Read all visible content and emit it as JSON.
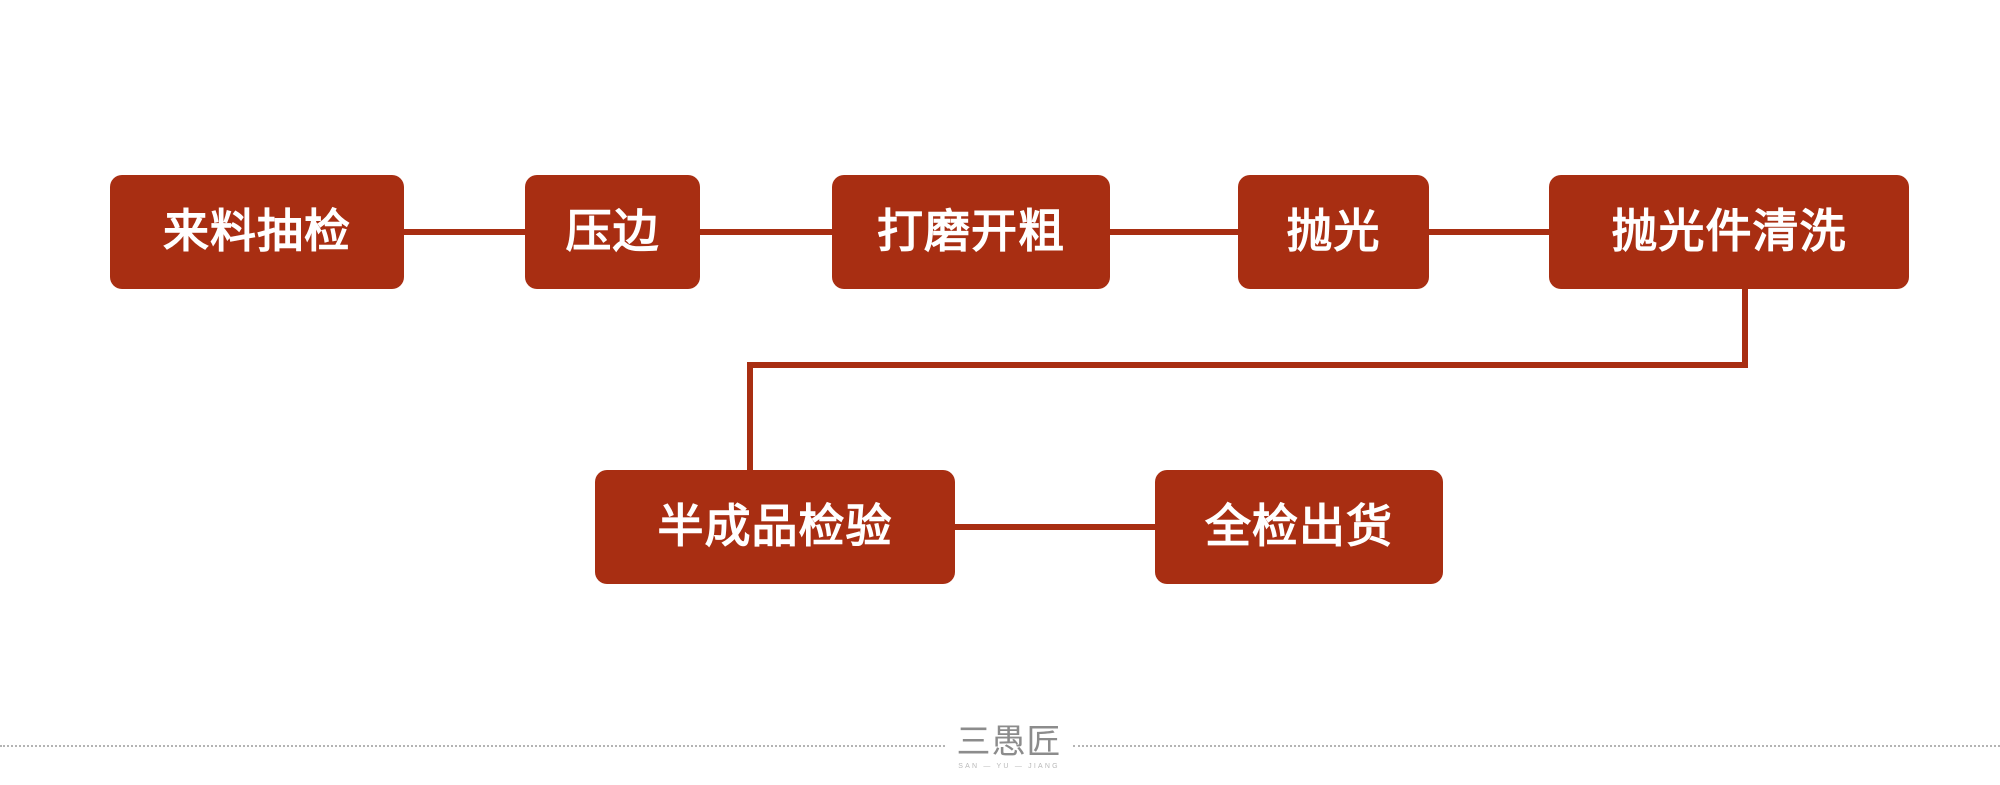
{
  "diagram": {
    "type": "flowchart",
    "title": "",
    "orientation": "left-to-right with wrap",
    "colors": {
      "node_fill": "#a82e12",
      "node_text": "#ffffff",
      "connector": "#a82e12",
      "background": "#ffffff",
      "footer_rule": "#b4b4b4",
      "watermark": "#8c8c8c"
    },
    "nodes": [
      {
        "id": "incoming-inspection",
        "label": "来料抽检",
        "row": 1,
        "order": 1
      },
      {
        "id": "edge-pressing",
        "label": "压边",
        "row": 1,
        "order": 2
      },
      {
        "id": "rough-grinding",
        "label": "打磨开粗",
        "row": 1,
        "order": 3
      },
      {
        "id": "polishing",
        "label": "抛光",
        "row": 1,
        "order": 4
      },
      {
        "id": "polished-cleaning",
        "label": "抛光件清洗",
        "row": 1,
        "order": 5
      },
      {
        "id": "semi-finished-check",
        "label": "半成品检验",
        "row": 2,
        "order": 6
      },
      {
        "id": "full-inspection-ship",
        "label": "全检出货",
        "row": 2,
        "order": 7
      }
    ],
    "edges": [
      {
        "from": "incoming-inspection",
        "to": "edge-pressing",
        "style": "straight"
      },
      {
        "from": "edge-pressing",
        "to": "rough-grinding",
        "style": "straight"
      },
      {
        "from": "rough-grinding",
        "to": "polishing",
        "style": "straight"
      },
      {
        "from": "polishing",
        "to": "polished-cleaning",
        "style": "straight"
      },
      {
        "from": "polished-cleaning",
        "to": "semi-finished-check",
        "style": "elbow"
      },
      {
        "from": "semi-finished-check",
        "to": "full-inspection-ship",
        "style": "straight"
      }
    ]
  },
  "footer": {
    "watermark_mark": "三愚匠",
    "watermark_sub": "SAN — YU — JIANG"
  }
}
